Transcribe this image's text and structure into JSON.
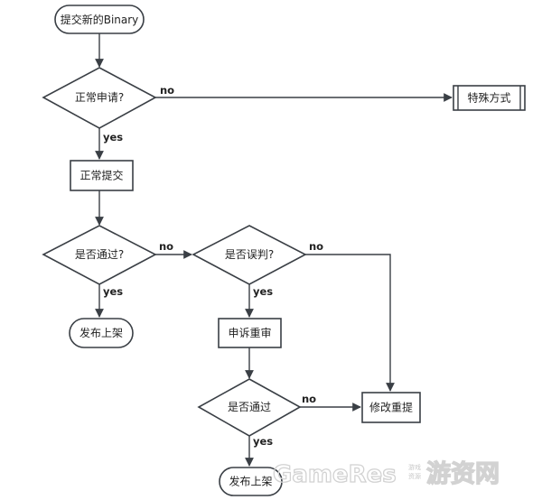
{
  "nodes": {
    "submit_binary": "提交新的Binary",
    "normal_request": "正常申请?",
    "special_method": "特殊方式",
    "normal_submit": "正常提交",
    "passed_1": "是否通过?",
    "misjudged": "是否误判?",
    "publish_1": "发布上架",
    "appeal_review": "申诉重审",
    "modify_resubmit": "修改重提",
    "passed_2": "是否通过",
    "publish_2": "发布上架"
  },
  "edge_labels": {
    "normal_request_no": "no",
    "normal_request_yes": "yes",
    "passed_1_no": "no",
    "passed_1_yes": "yes",
    "misjudged_no": "no",
    "misjudged_yes": "yes",
    "passed_2_no": "no",
    "passed_2_yes": "yes"
  },
  "watermark": {
    "brand": "GameRes",
    "cn": "游资网",
    "small_1": "游戏",
    "small_2": "资源"
  },
  "colors": {
    "stroke": "#3a3f45",
    "text": "#222222",
    "watermark": "#d2d2d2"
  }
}
